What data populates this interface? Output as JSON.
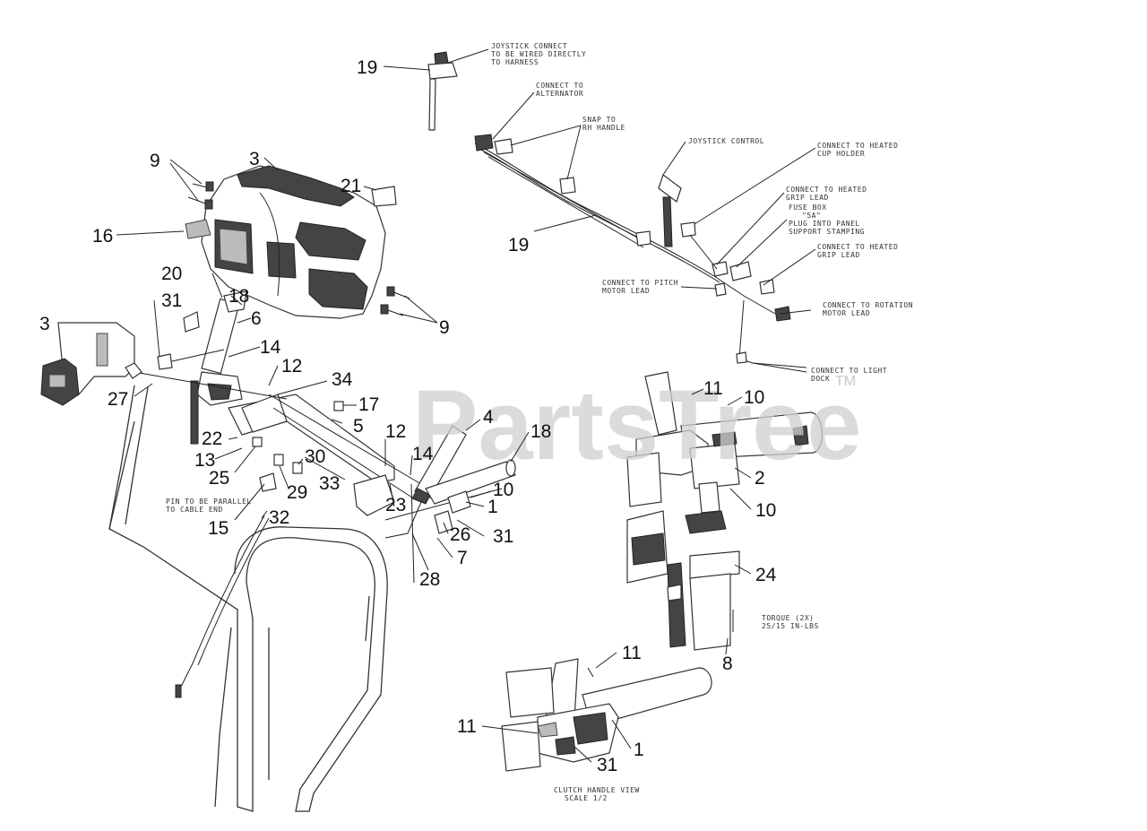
{
  "watermark": {
    "text": "PartsTree",
    "tm": "TM"
  },
  "callouts": {
    "c19a": "19",
    "c19b": "19",
    "c3a": "3",
    "c3b": "3",
    "c21": "21",
    "c9a": "9",
    "c9b": "9",
    "c16": "16",
    "c20": "20",
    "c18a": "18",
    "c31a": "31",
    "c6": "6",
    "c14a": "14",
    "c12a": "12",
    "c34": "34",
    "c27": "27",
    "c17": "17",
    "c5": "5",
    "c4": "4",
    "c18b": "18",
    "c12b": "12",
    "c22": "22",
    "c14b": "14",
    "c13": "13",
    "c25": "25",
    "c30": "30",
    "c33": "33",
    "c29": "29",
    "c10a": "10",
    "c23": "23",
    "c1a": "1",
    "c15": "15",
    "c32": "32",
    "c26": "26",
    "c31b": "31",
    "c7": "7",
    "c28": "28",
    "c11a": "11",
    "c10b": "10",
    "c2": "2",
    "c10c": "10",
    "c24": "24",
    "c8": "8",
    "c11b": "11",
    "c11c": "11",
    "c1b": "1",
    "c31c": "31"
  },
  "notes": {
    "joystick_line1": "JOYSTICK CONNECT",
    "joystick_line2": "TO BE WIRED DIRECTLY",
    "joystick_line3": "TO HARNESS",
    "alt_line1": "CONNECT TO",
    "alt_line2": "ALTERNATOR",
    "snap_line1": "SNAP TO",
    "snap_line2": "RH HANDLE",
    "joystick_control": "JOYSTICK CONTROL",
    "heated_cup_line1": "CONNECT TO HEATED",
    "heated_cup_line2": "CUP HOLDER",
    "heated_grip1_line1": "CONNECT TO HEATED",
    "heated_grip1_line2": "GRIP LEAD",
    "fuse_line1": "FUSE BOX",
    "fuse_line2": "\"5A\"",
    "fuse_line3": "PLUG INTO PANEL",
    "fuse_line4": "SUPPORT STAMPING",
    "heated_grip2_line1": "CONNECT TO HEATED",
    "heated_grip2_line2": "GRIP LEAD",
    "pitch_line1": "CONNECT TO PITCH",
    "pitch_line2": "MOTOR LEAD",
    "rotation_line1": "CONNECT TO ROTATION",
    "rotation_line2": "MOTOR LEAD",
    "light_line1": "CONNECT TO LIGHT",
    "light_line2": "DOCK",
    "pin_line1": "PIN TO BE PARALLEL",
    "pin_line2": "TO CABLE END",
    "torque_line1": "TORQUE (2X)",
    "torque_line2": "25/15 IN-LBS",
    "clutch_line1": "CLUTCH HANDLE VIEW",
    "clutch_line2": "SCALE 1/2"
  }
}
